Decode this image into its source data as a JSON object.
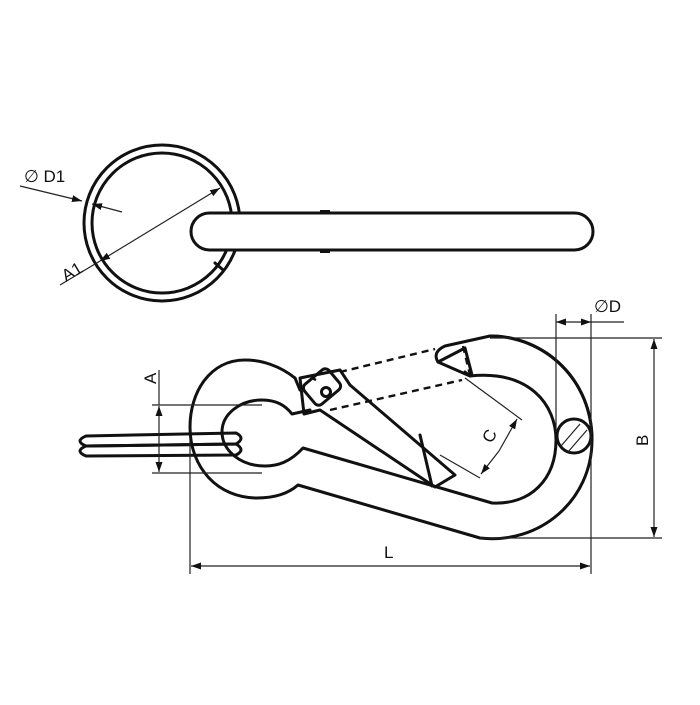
{
  "drawing": {
    "title": "Carabiner with key ring - dimension drawing",
    "stroke_color": "#111111",
    "background": "#ffffff",
    "views": [
      {
        "name": "top-view",
        "description": "Key ring with rod (top view)"
      },
      {
        "name": "side-view",
        "description": "Carabiner snap hook with key ring (side view)"
      }
    ],
    "dimensions": {
      "d1": {
        "symbol": "∅",
        "label": "D1",
        "text": "∅ D1"
      },
      "a1": {
        "label": "A1"
      },
      "a": {
        "label": "A"
      },
      "c": {
        "label": "C"
      },
      "d": {
        "symbol": "∅",
        "label": "D",
        "text": "∅D"
      },
      "b": {
        "label": "B"
      },
      "l": {
        "label": "L"
      }
    }
  }
}
